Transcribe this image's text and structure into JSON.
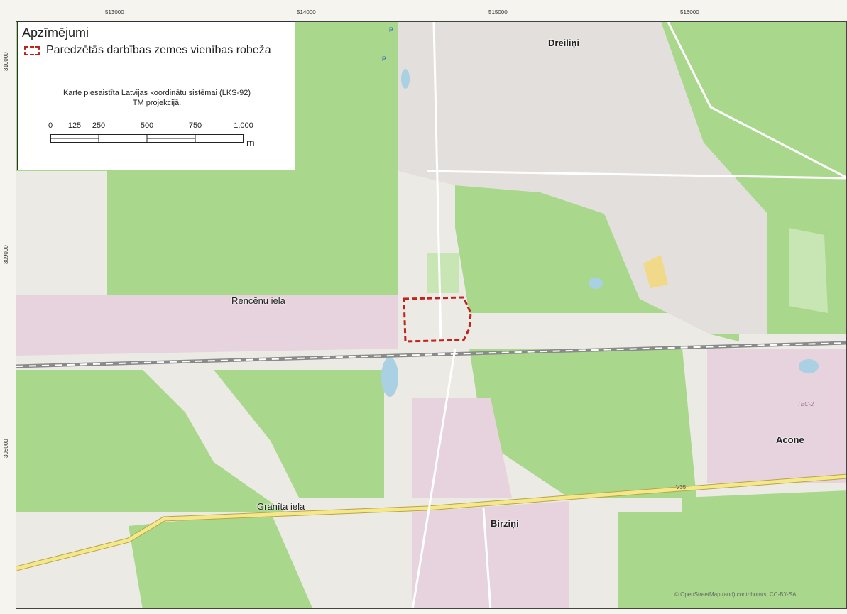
{
  "legend": {
    "title": "Apzīmējumi",
    "item_label": "Paredzētās darbības zemes vienības robeža",
    "item_color": "#c0221c",
    "note_line1": "Karte piesaistīta Latvijas koordinātu sistēmai (LKS-92)",
    "note_line2": "TM projekcijā.",
    "scale_ticks": [
      "0",
      "125",
      "250",
      "500",
      "750",
      "1,000"
    ],
    "scale_unit": "m"
  },
  "grid": {
    "x": [
      "513000",
      "514000",
      "515000",
      "516000"
    ],
    "y": [
      "310000",
      "309000",
      "308000"
    ]
  },
  "places": {
    "dreilini": "Dreiliņi",
    "acone": "Acone",
    "birzini": "Birziņi"
  },
  "roads": {
    "rencenu": "Rencēnu iela",
    "granita": "Granīta iela"
  },
  "labels": {
    "p1": "P",
    "p2": "P",
    "tec": "TEC-2",
    "route": "V35"
  },
  "attribution": "© OpenStreetMap (and) contributors, CC-BY-SA",
  "colors": {
    "forest": "#a9d88c",
    "forest_light": "#c8e6b4",
    "industrial": "#e6d3de",
    "residential": "#e3dfdc",
    "water": "#a9d1e3",
    "road_major": "#f5e88a",
    "railway": "#8a8a8a",
    "boundary": "#c0221c"
  }
}
